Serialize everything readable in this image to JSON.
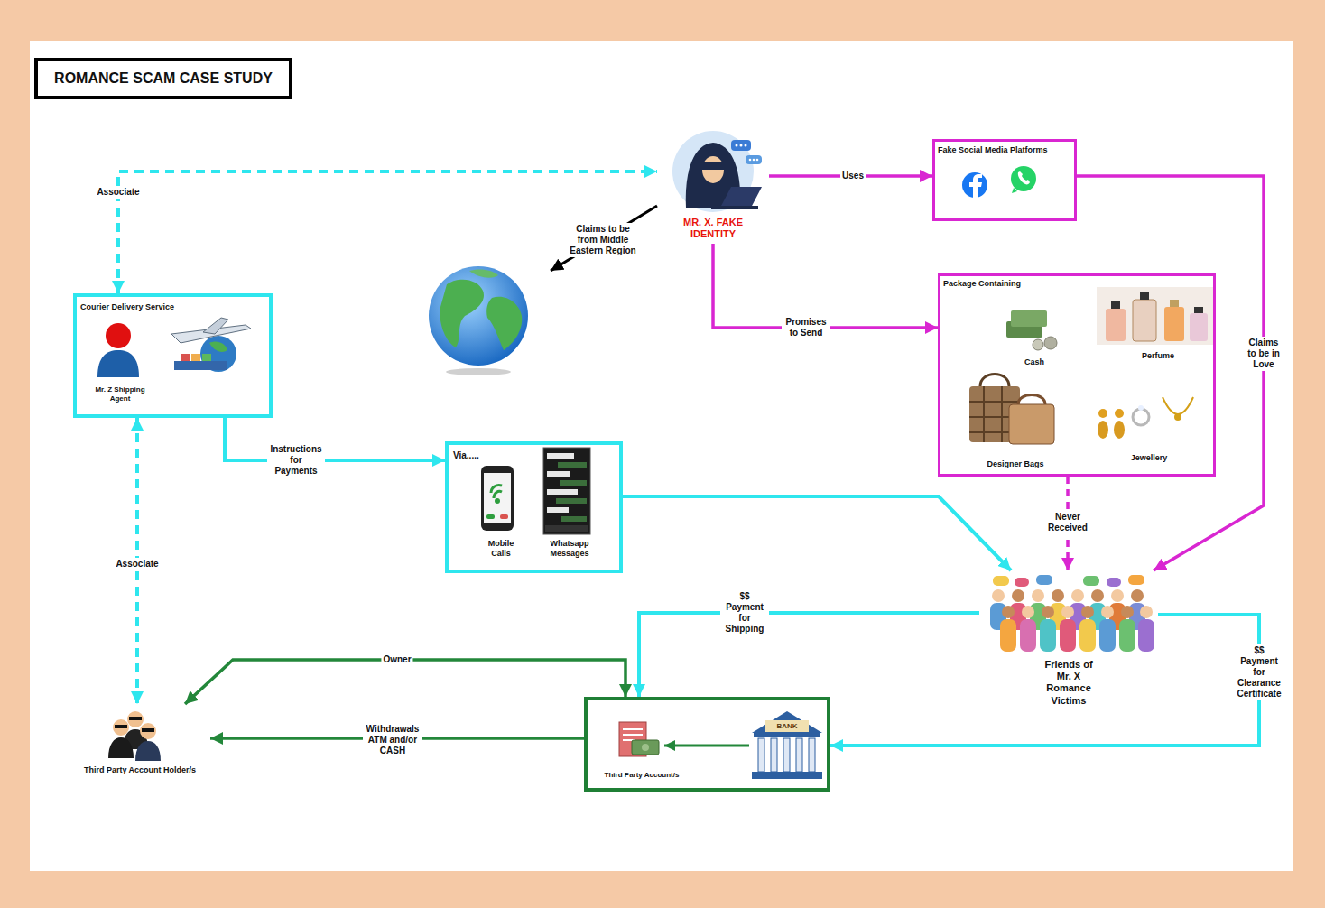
{
  "diagram": {
    "title": "ROMANCE SCAM CASE STUDY",
    "nodes": [
      {
        "text": [
          "MR. X. FAKE IDENTITY"
        ]
      },
      {
        "text": [
          "Fake Social Media Platforms"
        ]
      },
      {
        "text": [
          "Package Containing",
          "Cash",
          "Perfume",
          "Designer Bags",
          "Jewellery"
        ]
      },
      {
        "text": [
          "Courier Delivery Service",
          "Mr. Z Shipping Agent"
        ]
      },
      {
        "text": [
          "Via.....",
          "Mobile Calls",
          "Whatsapp Messages"
        ]
      },
      {
        "text": [
          "Friends of Mr. X Romance Victims"
        ]
      },
      {
        "text": [
          "Third Party Account/s"
        ]
      },
      {
        "text": [
          "Third Party Account Holder/s"
        ]
      }
    ],
    "edges": [
      {
        "from": 3,
        "to": 0,
        "label": "Associate",
        "arrow": "both"
      },
      {
        "from": 0,
        "to": 1,
        "label": "Uses",
        "arrow": "to"
      },
      {
        "from": 0,
        "to": 2,
        "label": "Promises to Send",
        "arrow": "to"
      },
      {
        "from": 1,
        "to": 5,
        "label": "Claims to be in Love",
        "arrow": "to"
      },
      {
        "from": 2,
        "to": 5,
        "label": "Never Received",
        "arrow": "to"
      },
      {
        "from": 3,
        "to": 4,
        "label": "Instructions for Payments",
        "arrow": "to"
      },
      {
        "from": 4,
        "to": 5,
        "arrow": "to"
      },
      {
        "from": 3,
        "to": 7,
        "label": "Associate",
        "arrow": "both"
      },
      {
        "from": 5,
        "to": 6,
        "label": "$$ Payment for Shipping",
        "arrow": "to"
      },
      {
        "from": 5,
        "to": 6,
        "label": "$$ Payment for Clearance Certificate",
        "arrow": "to"
      },
      {
        "from": 6,
        "to": 7,
        "label": "Owner",
        "arrow": "both"
      },
      {
        "from": 6,
        "to": 7,
        "label": "Withdrawals ATM and/or CASH",
        "arrow": "to"
      }
    ],
    "labels": [
      "Claims to be from Middle Eastern Region",
      "BANK"
    ]
  }
}
